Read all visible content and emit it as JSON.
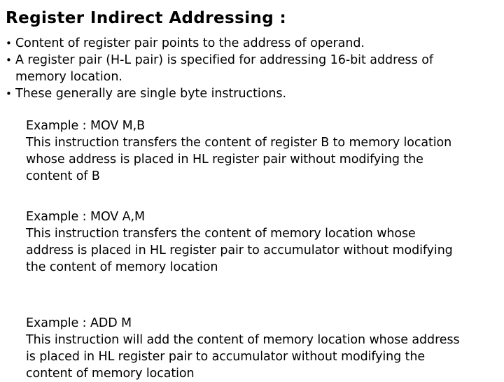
{
  "slide": {
    "title": "Register Indirect Addressing :",
    "background_color": "#ffffff",
    "text_color": "#000000",
    "bullet_glyph": "•",
    "bullets": [
      {
        "text": "Content of register pair points to the address of operand.",
        "continuation": ""
      },
      {
        "text": "A register pair (H-L pair) is specified for addressing 16-bit address of",
        "continuation": "memory location."
      },
      {
        "text": "These generally are single byte instructions.",
        "continuation": ""
      }
    ],
    "examples": [
      {
        "heading": "Example : MOV M,B",
        "lines": [
          "This instruction transfers the content of register B to memory location",
          "whose address is placed in HL register pair without modifying the",
          "content of B"
        ]
      },
      {
        "heading": "Example : MOV A,M",
        "lines": [
          "This instruction transfers the content of memory location whose",
          "address is placed in HL register pair to accumulator without modifying",
          "the content of memory location"
        ]
      },
      {
        "heading": "Example : ADD M",
        "lines": [
          "This instruction will add the content of memory location whose address",
          "is placed in HL register pair to accumulator without modifying the",
          "content of memory location"
        ]
      }
    ]
  }
}
